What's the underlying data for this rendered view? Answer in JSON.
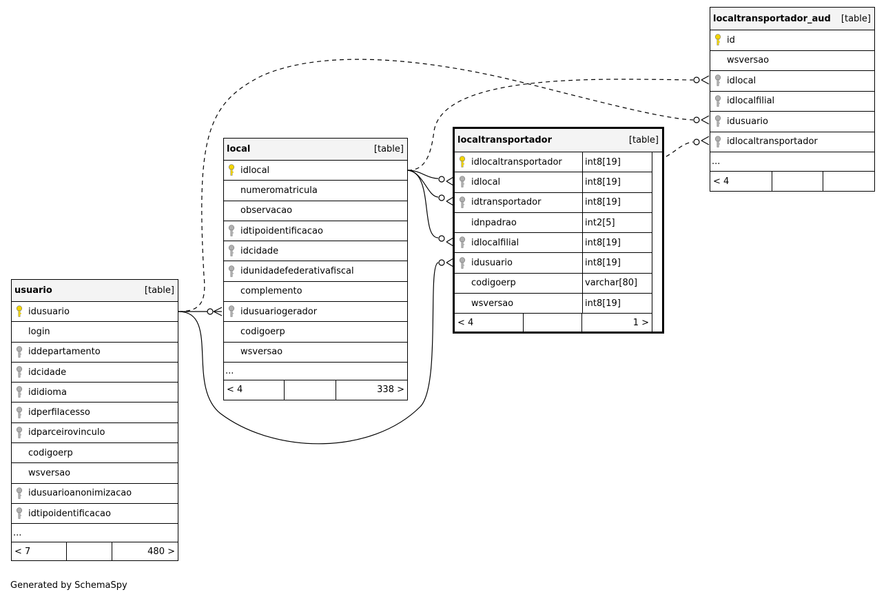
{
  "footer_text": "Generated by SchemaSpy",
  "tables": {
    "localtransportador_aud": {
      "name": "localtransportador_aud",
      "label": "[table]",
      "columns": [
        {
          "name": "id",
          "key": "pk"
        },
        {
          "name": "wsversao",
          "key": "none"
        },
        {
          "name": "idlocal",
          "key": "fk"
        },
        {
          "name": "idlocalfilial",
          "key": "fk"
        },
        {
          "name": "idusuario",
          "key": "fk"
        },
        {
          "name": "idlocaltransportador",
          "key": "fk"
        }
      ],
      "more": "...",
      "footer": {
        "left": "< 4",
        "right": ""
      }
    },
    "local": {
      "name": "local",
      "label": "[table]",
      "columns": [
        {
          "name": "idlocal",
          "key": "pk"
        },
        {
          "name": "numeromatricula",
          "key": "none"
        },
        {
          "name": "observacao",
          "key": "none"
        },
        {
          "name": "idtipoidentificacao",
          "key": "fk"
        },
        {
          "name": "idcidade",
          "key": "fk"
        },
        {
          "name": "idunidadefederativafiscal",
          "key": "fk"
        },
        {
          "name": "complemento",
          "key": "none"
        },
        {
          "name": "idusuariogerador",
          "key": "fk"
        },
        {
          "name": "codigoerp",
          "key": "none"
        },
        {
          "name": "wsversao",
          "key": "none"
        }
      ],
      "more": "...",
      "footer": {
        "left": "< 4",
        "right": "338 >"
      }
    },
    "localtransportador": {
      "name": "localtransportador",
      "label": "[table]",
      "columns": [
        {
          "name": "idlocaltransportador",
          "key": "pk",
          "type": "int8[19]"
        },
        {
          "name": "idlocal",
          "key": "fk",
          "type": "int8[19]"
        },
        {
          "name": "idtransportador",
          "key": "fk",
          "type": "int8[19]"
        },
        {
          "name": "idnpadrao",
          "key": "none",
          "type": "int2[5]"
        },
        {
          "name": "idlocalfilial",
          "key": "fk",
          "type": "int8[19]"
        },
        {
          "name": "idusuario",
          "key": "fk",
          "type": "int8[19]"
        },
        {
          "name": "codigoerp",
          "key": "none",
          "type": "varchar[80]"
        },
        {
          "name": "wsversao",
          "key": "none",
          "type": "int8[19]"
        }
      ],
      "footer": {
        "left": "< 4",
        "right": "1 >"
      }
    },
    "usuario": {
      "name": "usuario",
      "label": "[table]",
      "columns": [
        {
          "name": "idusuario",
          "key": "pk"
        },
        {
          "name": "login",
          "key": "none"
        },
        {
          "name": "iddepartamento",
          "key": "fk"
        },
        {
          "name": "idcidade",
          "key": "fk"
        },
        {
          "name": "ididioma",
          "key": "fk"
        },
        {
          "name": "idperfilacesso",
          "key": "fk"
        },
        {
          "name": "idparceirovinculo",
          "key": "fk"
        },
        {
          "name": "codigoerp",
          "key": "none"
        },
        {
          "name": "wsversao",
          "key": "none"
        },
        {
          "name": "idusuarioanonimizacao",
          "key": "fk"
        },
        {
          "name": "idtipoidentificacao",
          "key": "fk"
        }
      ],
      "more": "...",
      "footer": {
        "left": "< 7",
        "right": "480 >"
      }
    }
  },
  "colors": {
    "pk_key": "#f2d400",
    "fk_key": "#b0b0b0",
    "header_bg": "#f4f4f4",
    "line": "#000000"
  }
}
